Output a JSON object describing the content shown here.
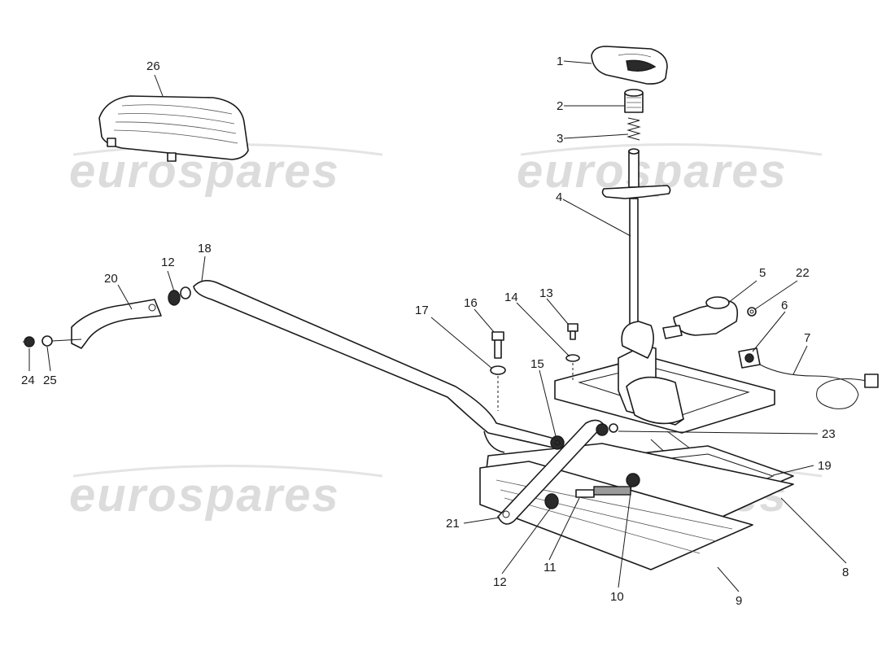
{
  "watermark": {
    "text": "eurospares",
    "color": "#dcdcdc"
  },
  "callouts": [
    {
      "id": "c1",
      "label": "1"
    },
    {
      "id": "c2",
      "label": "2"
    },
    {
      "id": "c3",
      "label": "3"
    },
    {
      "id": "c4",
      "label": "4"
    },
    {
      "id": "c5",
      "label": "5"
    },
    {
      "id": "c22",
      "label": "22"
    },
    {
      "id": "c6",
      "label": "6"
    },
    {
      "id": "c7",
      "label": "7"
    },
    {
      "id": "c13",
      "label": "13"
    },
    {
      "id": "c14",
      "label": "14"
    },
    {
      "id": "c16",
      "label": "16"
    },
    {
      "id": "c17",
      "label": "17"
    },
    {
      "id": "c15",
      "label": "15"
    },
    {
      "id": "c23",
      "label": "23"
    },
    {
      "id": "c19",
      "label": "19"
    },
    {
      "id": "c8",
      "label": "8"
    },
    {
      "id": "c9",
      "label": "9"
    },
    {
      "id": "c10",
      "label": "10"
    },
    {
      "id": "c11",
      "label": "11"
    },
    {
      "id": "c12b",
      "label": "12"
    },
    {
      "id": "c21",
      "label": "21"
    },
    {
      "id": "c18",
      "label": "18"
    },
    {
      "id": "c12a",
      "label": "12"
    },
    {
      "id": "c20",
      "label": "20"
    },
    {
      "id": "c24",
      "label": "24"
    },
    {
      "id": "c25",
      "label": "25"
    },
    {
      "id": "c26",
      "label": "26"
    }
  ]
}
